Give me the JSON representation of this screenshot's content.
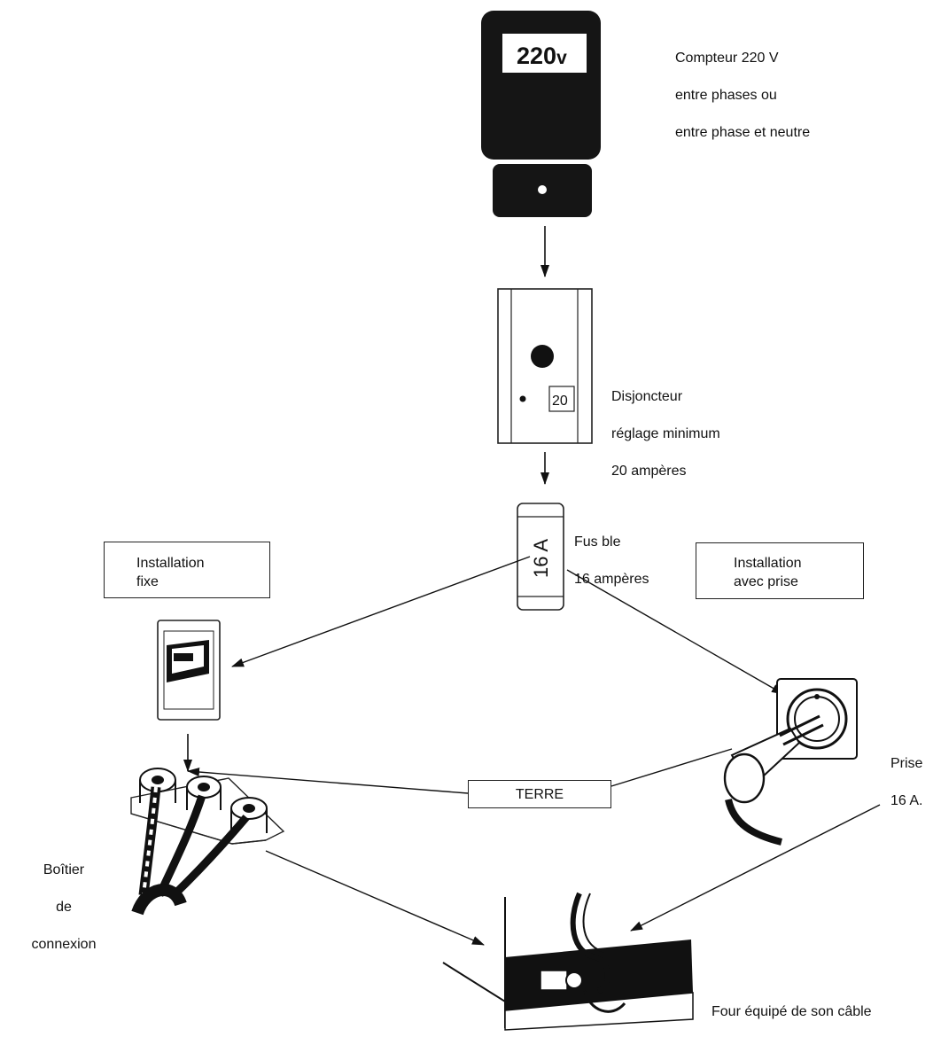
{
  "meter": {
    "display": "220",
    "unit": "v",
    "label_lines": [
      "Compteur 220 V",
      "entre phases ou",
      "entre phase et neutre"
    ]
  },
  "breaker": {
    "setting": "20",
    "label_lines": [
      "Disjoncteur",
      "réglage minimum",
      "20 ampères"
    ]
  },
  "fuse": {
    "rating": "16 A",
    "label_lines": [
      "Fus ble",
      "16 ampères"
    ]
  },
  "installation_fixed": {
    "lines": [
      "Installation",
      "fixe"
    ]
  },
  "installation_plug": {
    "lines": [
      "Installation",
      "avec prise"
    ]
  },
  "earth": {
    "label": "TERRE"
  },
  "socket": {
    "label_lines": [
      "Prise",
      "16 A."
    ]
  },
  "junction_box": {
    "label_lines": [
      "Boîtier",
      "de",
      "connexion"
    ]
  },
  "oven": {
    "label": "Four équipé de son câble"
  }
}
